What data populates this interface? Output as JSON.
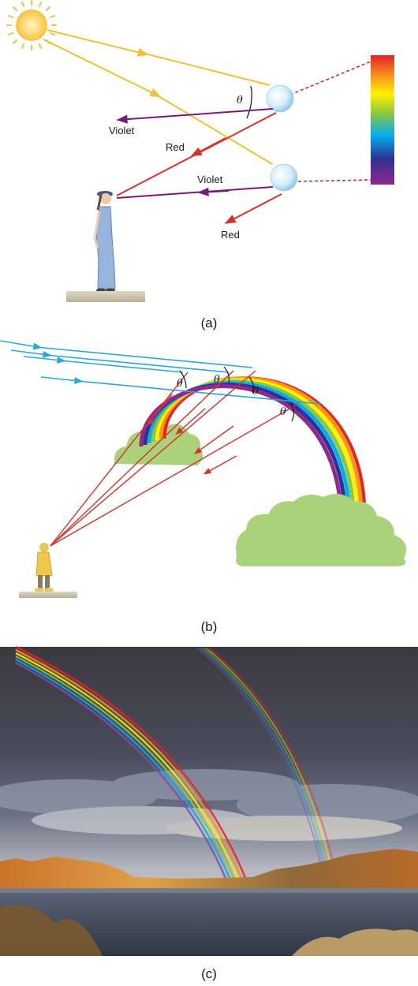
{
  "panel_a": {
    "ray_labels": {
      "violet_top": "Violet",
      "red_top": "Red",
      "violet_bottom": "Violet",
      "red_bottom": "Red"
    },
    "angle_symbol": "θ",
    "caption": "(a)"
  },
  "panel_b": {
    "angle_symbol": "θ",
    "caption": "(b)"
  },
  "panel_c": {
    "caption": "(c)"
  },
  "colors": {
    "sunlight": "#f2c12e",
    "violet_ray": "#7a1a78",
    "red_ray": "#d9302a",
    "blue_ray": "#2aa7d9",
    "foliage": "#9fd16b"
  }
}
